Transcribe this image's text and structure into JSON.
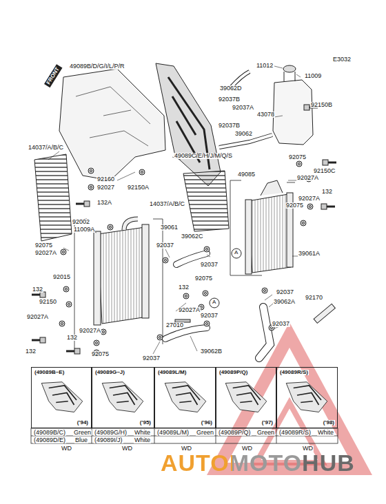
{
  "diagram": {
    "nodes": [
      {
        "text": [
          "(49089B~E)",
          "('94)"
        ]
      },
      {
        "text": [
          "(49089G~J)",
          "('95)"
        ]
      },
      {
        "text": [
          "(49089L/M)",
          "('96)"
        ]
      },
      {
        "text": [
          "(49089P/Q)",
          "('97)"
        ]
      },
      {
        "text": [
          "(49089R/S)",
          "('98)"
        ]
      }
    ],
    "labels": [
      "E3032",
      "FRONT",
      "49089B/D/G/I/L/P/R",
      "11012",
      "11009",
      "39062D",
      "92037B",
      "92037A",
      "43078",
      "92150B",
      "92037B",
      "39062",
      "49089C/E/H/J/M/Q/S",
      "14037/A/B/C",
      "92075",
      "92150C",
      "49085",
      "92027A",
      "92160",
      "92027",
      "92150A",
      "132",
      "92027A",
      "132A",
      "14037/A/B/C",
      "92075",
      "92002",
      "11009A",
      "39061",
      "92075",
      "92027A",
      "92037",
      "39062C",
      "92037",
      "39061A",
      "92015",
      "132",
      "132",
      "92075",
      "92150",
      "92027A",
      "92037",
      "39062A",
      "92170",
      "92037",
      "92027A",
      "92027A",
      "27010",
      "92037",
      "132",
      "132",
      "92075",
      "92037",
      "39062B",
      "A",
      "A",
      "(49089B/C)",
      "Green",
      "(49089D/E)",
      "Blue",
      "(49089G/H)",
      "White",
      "(49089I/J)",
      "White",
      "(49089L/M)",
      "Green",
      "(49089P/Q)",
      "Green",
      "(49089R/S)",
      "White",
      "WD",
      "WD",
      "WD",
      "WD",
      "WD",
      "AUTOMOTOHUB"
    ]
  }
}
